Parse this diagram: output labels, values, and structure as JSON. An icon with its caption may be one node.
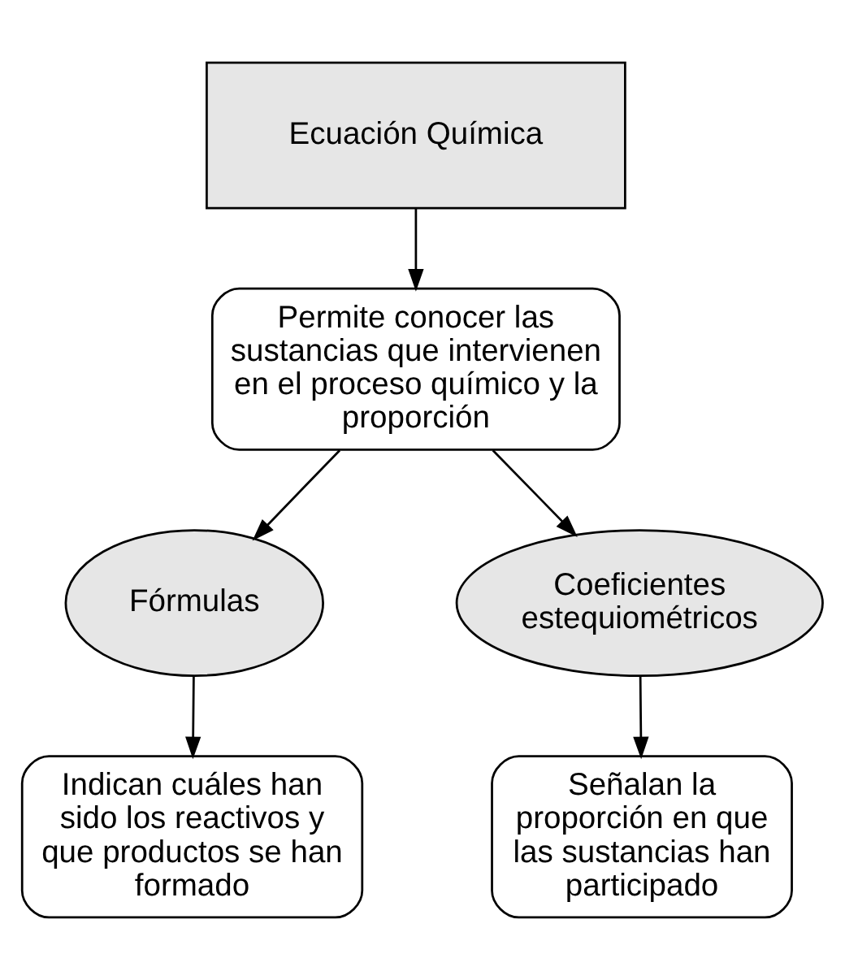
{
  "diagram": {
    "nodes": [
      {
        "text": [
          "Ecuación Química"
        ]
      },
      {
        "text": [
          "Permite conocer las sustancias que intervienen en el proceso químico y la proporción"
        ]
      },
      {
        "text": [
          "Fórmulas"
        ]
      },
      {
        "text": [
          "Coeficientes estequiométricos"
        ]
      },
      {
        "text": [
          "Indican cuáles han sido los reactivos y que productos se han formado"
        ]
      },
      {
        "text": [
          "Señalan la proporción en que las sustancias han participado"
        ]
      }
    ],
    "edges": [
      {
        "from": 0,
        "to": 1,
        "arrow": "to"
      },
      {
        "from": 1,
        "to": 2,
        "arrow": "to"
      },
      {
        "from": 1,
        "to": 3,
        "arrow": "to"
      },
      {
        "from": 2,
        "to": 4,
        "arrow": "to"
      },
      {
        "from": 3,
        "to": 5,
        "arrow": "to"
      }
    ]
  }
}
